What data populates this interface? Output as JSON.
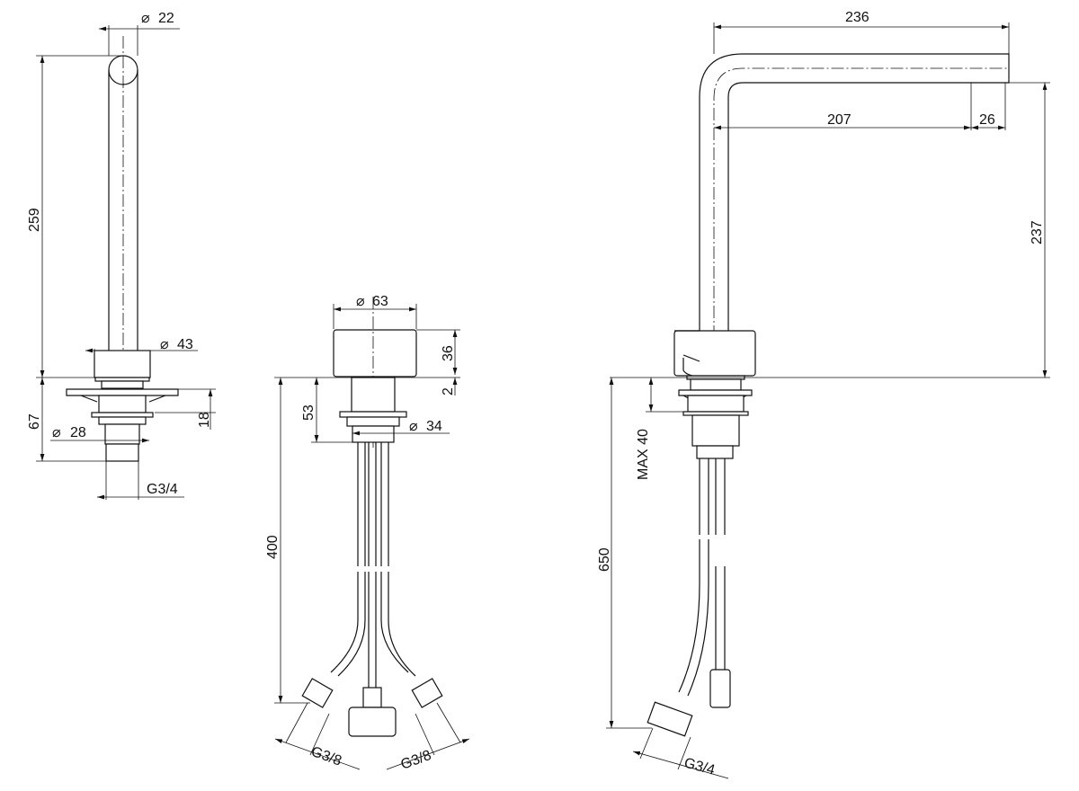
{
  "title": "Faucet technical drawing",
  "colors": {
    "line": "#111111",
    "background": "#ffffff"
  },
  "diameter_symbol": "⌀",
  "side_view": {
    "spout_diameter": "22",
    "height": "259",
    "base_diameter": "43",
    "below_deck": "67",
    "shank_diameter": "28",
    "flange": "18",
    "thread": "G3/4"
  },
  "mixer_view": {
    "body_diameter": "63",
    "body_height": "36",
    "gap": "2",
    "below_deck": "53",
    "shank_diameter": "34",
    "hose_length": "400",
    "hose_thread_left": "G3/8",
    "hose_thread_right": "G3/8"
  },
  "front_view": {
    "reach": "236",
    "reach_inner": "207",
    "outlet": "26",
    "height": "237",
    "deck_thickness": "MAX 40",
    "hose_length": "650",
    "thread": "G3/4"
  }
}
